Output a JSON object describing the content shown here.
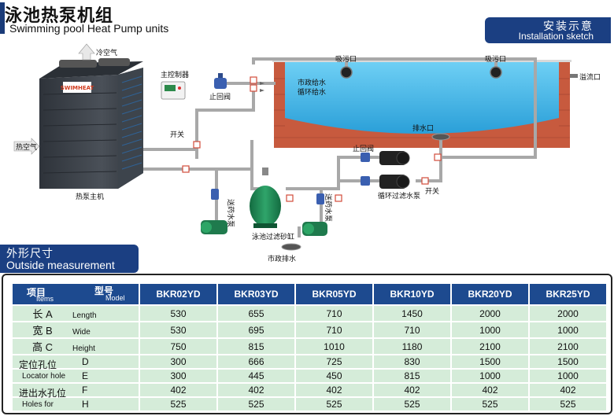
{
  "header": {
    "title_cn": "泳池热泵机组",
    "title_en": "Swimming pool Heat Pump units"
  },
  "sketch_badge": {
    "cn": "安装示意",
    "en": "Installation sketch"
  },
  "diagram": {
    "labels": {
      "cold_air": "冷空气",
      "hot_air": "热空气",
      "controller": "主控制器",
      "check_valve_left": "止回阀",
      "city_supply": "市政给水",
      "circ_supply": "循环给水",
      "suction_left": "吸污口",
      "suction_right": "吸污口",
      "overflow": "溢流口",
      "drain": "排水口",
      "switch_left": "开关",
      "heat_pump_main": "热泵主机",
      "booster_pump_left": "送药水泵",
      "sand_filter": "泳池过滤砂缸",
      "booster_pump_right": "送药水泵",
      "city_drain": "市政排水",
      "check_valve_right": "止回阀",
      "circ_filter_pump": "循环过滤水泵",
      "switch_right": "开关",
      "brand": "SWIMHEAT"
    },
    "colors": {
      "water": "#3fb4e6",
      "brick": "#b8503a",
      "pipe": "#9c9c9c",
      "pump": "#1f7a4d",
      "unit": "#3a3f47",
      "badge": "#1b3f82"
    }
  },
  "measure_badge": {
    "cn": "外形尺寸",
    "en": "Outside measurement"
  },
  "table": {
    "header": {
      "items_cn": "项目",
      "items_en": "Items",
      "model_cn": "型号",
      "model_en": "Model"
    },
    "models": [
      "BKR02YD",
      "BKR03YD",
      "BKR05YD",
      "BKR10YD",
      "BKR20YD",
      "BKR25YD"
    ],
    "rows": [
      {
        "cn": "长 A",
        "en": "Length",
        "values": [
          "530",
          "655",
          "710",
          "1450",
          "2000",
          "2000"
        ]
      },
      {
        "cn": "宽 B",
        "en": "Wide",
        "values": [
          "530",
          "695",
          "710",
          "710",
          "1000",
          "1000"
        ]
      },
      {
        "cn": "高 C",
        "en": "Height",
        "values": [
          "750",
          "815",
          "1010",
          "1180",
          "2100",
          "2100"
        ]
      },
      {
        "cn": "D",
        "en": "",
        "values": [
          "300",
          "666",
          "725",
          "830",
          "1500",
          "1500"
        ]
      },
      {
        "cn": "E",
        "en": "",
        "values": [
          "300",
          "445",
          "450",
          "815",
          "1000",
          "1000"
        ]
      },
      {
        "cn": "F",
        "en": "",
        "values": [
          "402",
          "402",
          "402",
          "402",
          "402",
          "402"
        ]
      },
      {
        "cn": "H",
        "en": "",
        "values": [
          "525",
          "525",
          "525",
          "525",
          "525",
          "525"
        ]
      }
    ],
    "groups": {
      "locator_cn": "定位孔位",
      "locator_en": "Locator hole",
      "holes_cn": "进出水孔位",
      "holes_en": "Holes for"
    }
  }
}
